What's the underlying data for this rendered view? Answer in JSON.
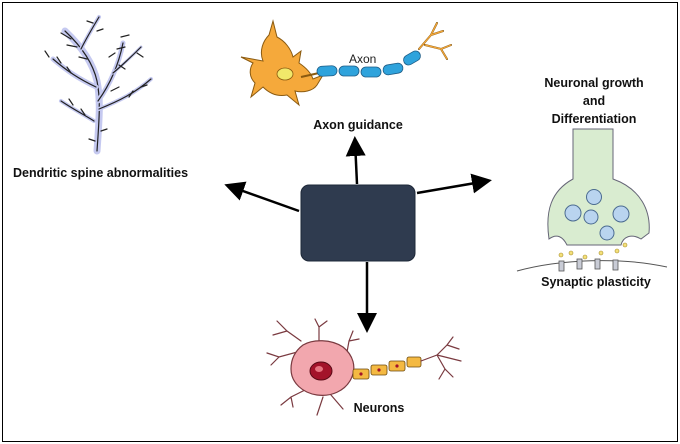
{
  "labels": {
    "dendritic": "Dendritic spine abnormalities",
    "axon_guidance": "Axon guidance",
    "axon": "Axon",
    "growth_line1": "Neuronal growth",
    "growth_line2": "and",
    "growth_line3": "Differentiation",
    "synaptic": "Synaptic plasticity",
    "neurons": "Neurons"
  },
  "colors": {
    "center_box": "#2f3b4f",
    "dendrite": "#c5c9f0",
    "neuron_orange": "#f5a93b",
    "myelin_blue": "#2fa3dc",
    "synapse_green": "#d9ecd0",
    "vesicle_blue": "#b9d4ef",
    "neuron_pink": "#f2a7ae",
    "nucleus_red": "#a3132a",
    "myelin_yellow": "#f4b942"
  },
  "icons": [
    "dendrite-branch-icon",
    "neuron-axon-icon",
    "synapse-icon",
    "neuron-icon"
  ]
}
